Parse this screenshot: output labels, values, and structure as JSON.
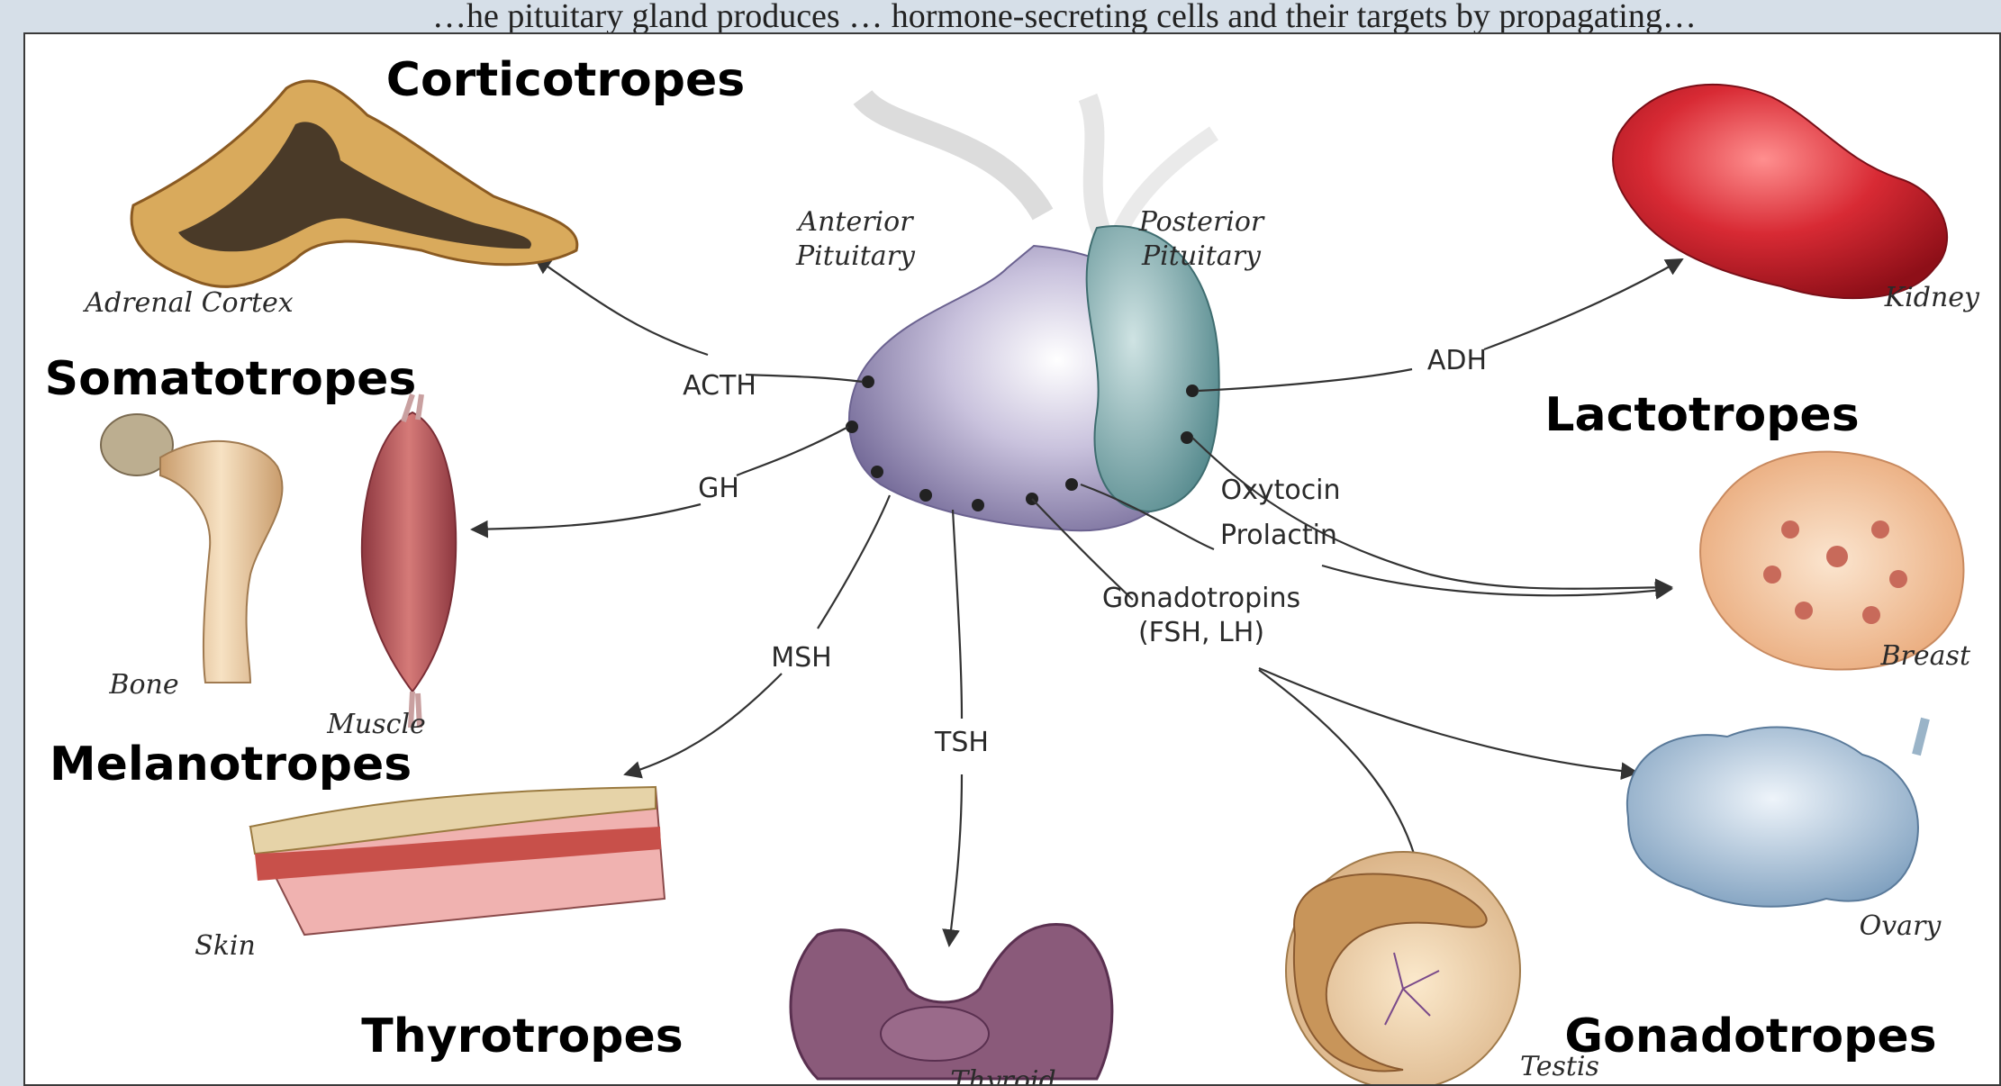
{
  "header_partial_text": "…he pituitary gland produces … hormone-secreting cells and their targets by propagating…",
  "pituitary": {
    "anterior": [
      "Anterior",
      "Pituitary"
    ],
    "posterior": [
      "Posterior",
      "Pituitary"
    ]
  },
  "hormones": {
    "acth": "ACTH",
    "gh": "GH",
    "msh": "MSH",
    "tsh": "TSH",
    "adh": "ADH",
    "oxytocin": "Oxytocin",
    "prolactin": "Prolactin",
    "gonadotropins": [
      "Gonadotropins",
      "(FSH, LH)"
    ]
  },
  "organs": {
    "adrenal": "Adrenal Cortex",
    "bone": "Bone",
    "muscle": "Muscle",
    "skin": "Skin",
    "thyroid": "Thyroid",
    "testis": "Testis",
    "ovary": "Ovary",
    "breast": "Breast",
    "kidney": "Kidney"
  },
  "cell_types": {
    "corticotropes": "Corticotropes",
    "somatotropes": "Somatotropes",
    "melanotropes": "Melanotropes",
    "thyrotropes": "Thyrotropes",
    "lactotropes": "Lactotropes",
    "gonadotropes": "Gonadotropes"
  },
  "colors": {
    "anterior_lobe": "#8f84b0",
    "posterior_lobe": "#6a9ea2",
    "kidney": "#c81f2a",
    "breast": "#f3c8a2",
    "ovary": "#a9c3d8",
    "skin": "#d88a80",
    "thyroid": "#8a5a7a",
    "adrenal": "#d6a95a",
    "bone": "#e8c9a2",
    "muscle": "#b8585a",
    "testis": "#c8955a"
  }
}
